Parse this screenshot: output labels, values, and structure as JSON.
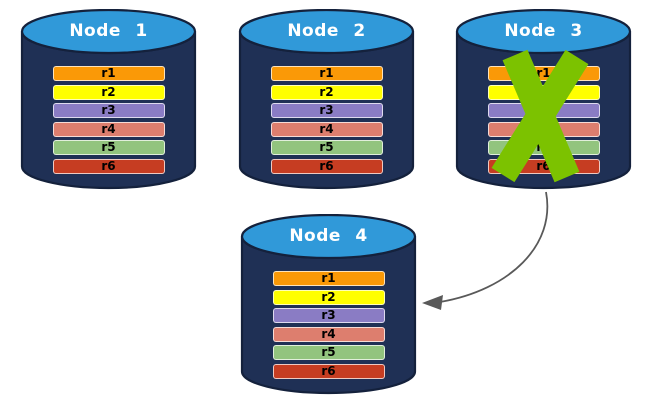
{
  "nodes": [
    {
      "label": "Node 1",
      "status": "active"
    },
    {
      "label": "Node 2",
      "status": "active"
    },
    {
      "label": "Node 3",
      "status": "failed"
    },
    {
      "label": "Node 4",
      "status": "active"
    }
  ],
  "replicas": [
    {
      "label": "r1",
      "color": "#FA9907"
    },
    {
      "label": "r2",
      "color": "#FFFF00"
    },
    {
      "label": "r3",
      "color": "#8A7CC4"
    },
    {
      "label": "r4",
      "color": "#DD7E6E"
    },
    {
      "label": "r5",
      "color": "#92C47E"
    },
    {
      "label": "r6",
      "color": "#C63D22"
    }
  ],
  "palette": {
    "cylinder_body": "#1F3055",
    "cylinder_top": "#3099D9",
    "cylinder_outline": "#14213C",
    "failure_x": "#7CC200",
    "arrow": "#595959",
    "background": "#FFFFFF",
    "title_text": "#FFFFFF",
    "bar_text": "#000000"
  },
  "arrow": {
    "from": "Node 3",
    "to": "Node 4"
  }
}
